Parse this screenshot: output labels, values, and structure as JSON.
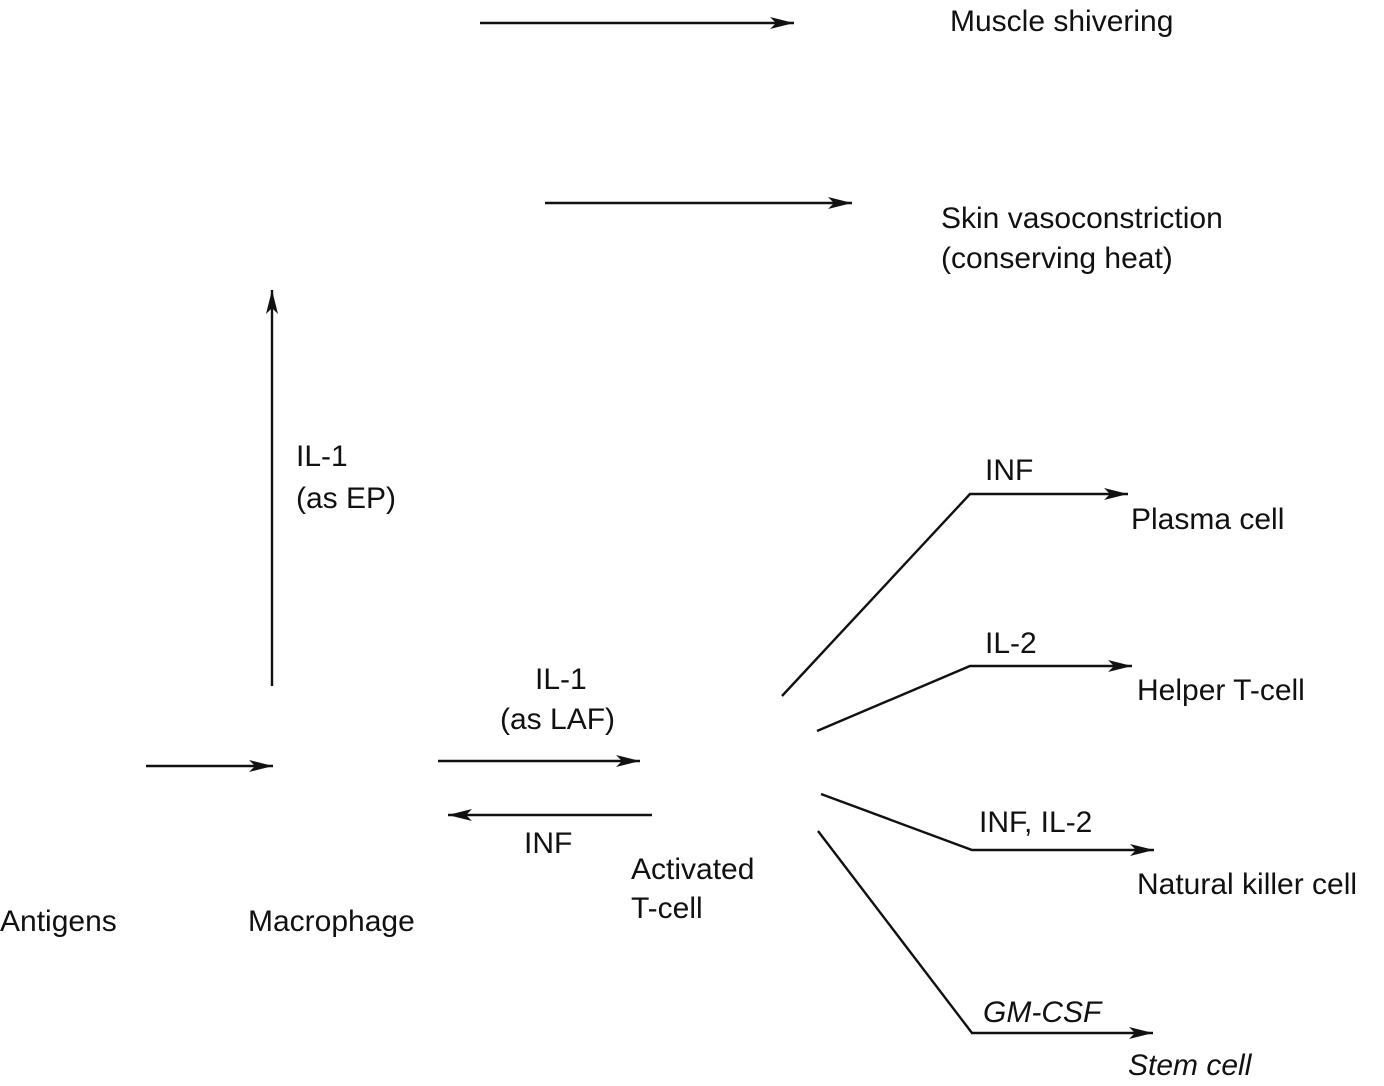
{
  "labels": {
    "muscle_shivering": "Muscle shivering",
    "skin_vasoconstriction_1": "Skin vasoconstriction",
    "skin_vasoconstriction_2": "(conserving heat)",
    "il1_ep_1": "IL-1",
    "il1_ep_2": "(as EP)",
    "il1_laf_1": "IL-1",
    "il1_laf_2": "(as LAF)",
    "inf_back": "INF",
    "antigens": "Antigens",
    "macrophage": "Macrophage",
    "activated_1": "Activated",
    "activated_2": "T-cell",
    "inf_plasma": "INF",
    "plasma_cell": "Plasma cell",
    "il2_helper": "IL-2",
    "helper_tcell": "Helper T-cell",
    "inf_il2_nk": "INF, IL-2",
    "natural_killer": "Natural killer cell",
    "gmcsf": "GM-CSF",
    "stem_cell": "Stem cell"
  },
  "colors": {
    "line": "#111111",
    "text": "#111111",
    "background": "#ffffff"
  }
}
